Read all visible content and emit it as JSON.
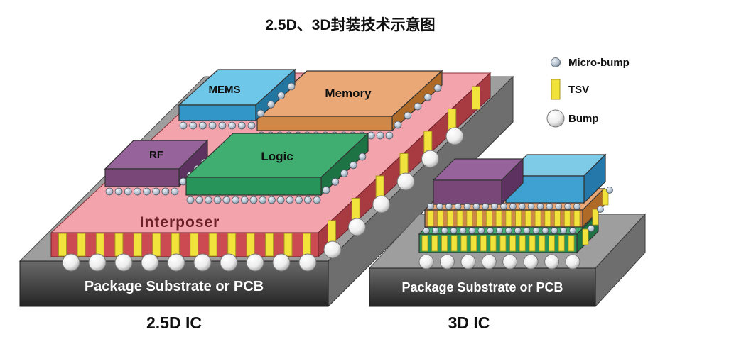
{
  "title": "2.5D、3D封装技术示意图",
  "legend": {
    "items": [
      {
        "label": "Micro-bump"
      },
      {
        "label": "TSV"
      },
      {
        "label": "Bump"
      }
    ]
  },
  "ic25d": {
    "caption": "2.5D IC",
    "substrate_label": "Package Substrate or PCB",
    "interposer_label": "Interposer",
    "chips": [
      {
        "id": "mems",
        "label": "MEMS",
        "top_color": "#6ec6e8"
      },
      {
        "id": "memory",
        "label": "Memory",
        "top_color": "#eaa876"
      },
      {
        "id": "rf",
        "label": "RF",
        "top_color": "#97639b"
      },
      {
        "id": "logic",
        "label": "Logic",
        "top_color": "#3fae70"
      }
    ]
  },
  "ic3d": {
    "caption": "3D IC",
    "substrate_label": "Package Substrate or PCB",
    "stack_layers": [
      {
        "id": "green-die",
        "color": "#3fae70"
      },
      {
        "id": "orange-die",
        "color": "#eaa876"
      },
      {
        "id": "purple-chip",
        "color": "#97639b"
      },
      {
        "id": "blue-chip",
        "color": "#7ecbe8"
      }
    ]
  },
  "colors": {
    "tsv_yellow": "#f2e23c",
    "interposer_top": "#f2a3ab",
    "interposer_front": "#cc4a52",
    "substrate_top": "#9e9e9e",
    "bump_white": "#ffffff",
    "micro_bump_gray": "#aebccb"
  }
}
